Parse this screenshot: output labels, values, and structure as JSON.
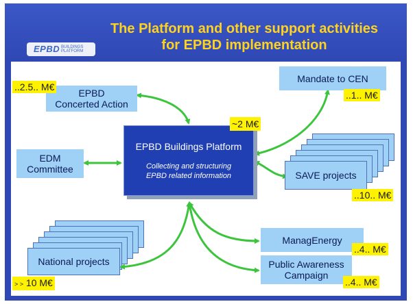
{
  "title": {
    "line1": "The Platform and other support activities",
    "line2": "for EPBD implementation"
  },
  "logo": {
    "main": "EPBD",
    "small1": "BUILDINGS",
    "small2": "PLATFORM"
  },
  "platform": {
    "title": "EPBD Buildings Platform",
    "subtitle_line1": "Collecting and structuring",
    "subtitle_line2": "EPBD related information",
    "budget": "~2 M€"
  },
  "concerted_action": {
    "line1": "EPBD",
    "line2": "Concerted Action",
    "budget": "..2.5.. M€"
  },
  "edm_committee": {
    "line1": "EDM",
    "line2": "Committee"
  },
  "mandate_cen": {
    "label": "Mandate to CEN",
    "budget": "..1.. M€"
  },
  "save_projects": {
    "label": "SAVE projects",
    "budget": "..10.. M€"
  },
  "manag_energy": {
    "label": "ManagEnergy",
    "budget": "..4.. M€"
  },
  "public_awareness": {
    "line1": "Public Awareness",
    "line2": "Campaign",
    "budget": "..4.. M€"
  },
  "national_projects": {
    "label": "National projects",
    "budget_prefix": "> >",
    "budget": "10 M€"
  },
  "colors": {
    "frame": "#2f48b4",
    "title": "#ffd21f",
    "box": "#9fd0f6",
    "platform": "#1f3fb2",
    "budget_tag": "#fff200",
    "arrow": "#3cc43c"
  }
}
